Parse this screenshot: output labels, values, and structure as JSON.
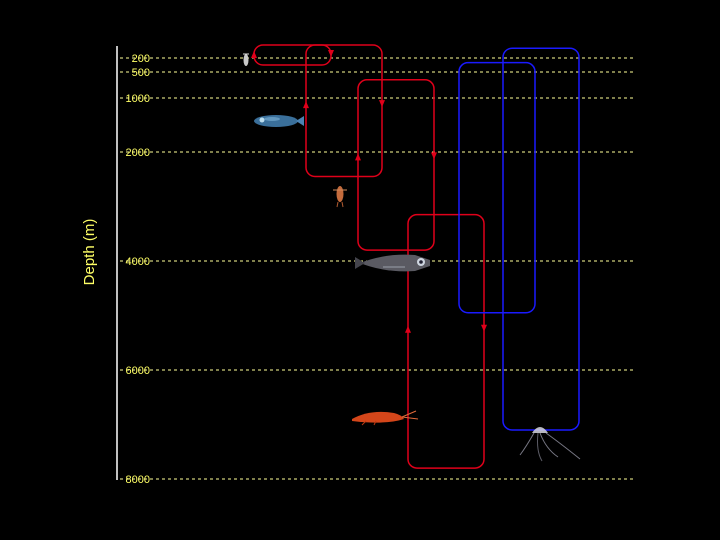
{
  "diagram": {
    "axis_title": "Depth (m)",
    "depth_ticks": [
      {
        "label": "200",
        "value": 200
      },
      {
        "label": "500",
        "value": 500
      },
      {
        "label": "1000",
        "value": 1000
      },
      {
        "label": "2000",
        "value": 2000
      },
      {
        "label": "4000",
        "value": 4000
      },
      {
        "label": "6000",
        "value": 6000
      },
      {
        "label": "8000",
        "value": 8000
      }
    ],
    "colors": {
      "background": "#000000",
      "axis_text": "#ffff66",
      "gridline": "#ffff99",
      "axis_line": "#ffffff",
      "red_loop": "#e0001a",
      "blue_loop": "#1a1aff"
    },
    "migration_loops": [
      {
        "color": "red",
        "top_depth": 0,
        "bottom_depth": 350,
        "direction_marks": "up-left, down-right"
      },
      {
        "color": "red",
        "top_depth": 0,
        "bottom_depth": 2450,
        "direction_marks": "up-left, down-right"
      },
      {
        "color": "red",
        "top_depth": 650,
        "bottom_depth": 3800,
        "direction_marks": "up-left, down-right"
      },
      {
        "color": "red",
        "top_depth": 3150,
        "bottom_depth": 7800,
        "direction_marks": "up-left, down-right"
      },
      {
        "color": "blue",
        "top_depth": 300,
        "bottom_depth": 4950,
        "direction_marks": "none"
      },
      {
        "color": "blue",
        "top_depth": 50,
        "bottom_depth": 7100,
        "direction_marks": "none"
      }
    ],
    "organisms": [
      {
        "name": "small-copepod",
        "depth": 200
      },
      {
        "name": "lanternfish",
        "depth": 1350
      },
      {
        "name": "amphipod",
        "depth": 2750
      },
      {
        "name": "hatchetfish",
        "depth": 4050
      },
      {
        "name": "red-shrimp",
        "depth": 7000
      },
      {
        "name": "jellyfish",
        "depth": 7400
      }
    ]
  }
}
